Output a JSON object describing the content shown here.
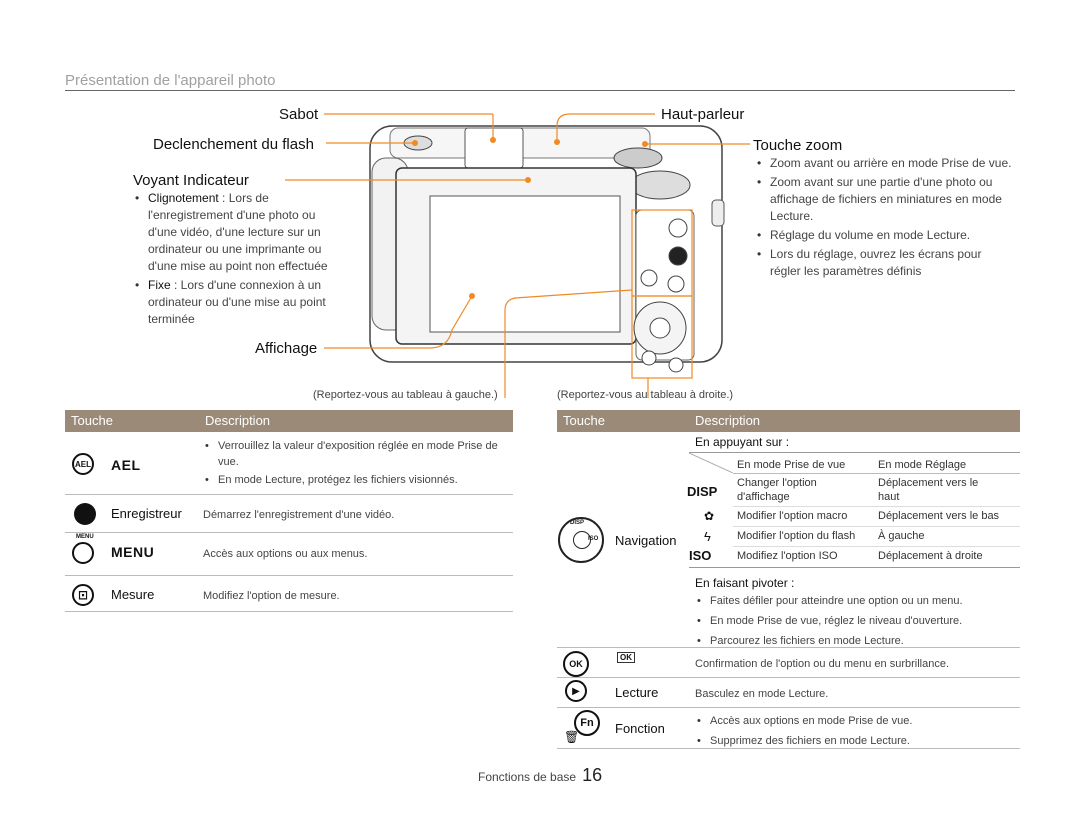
{
  "header": {
    "title": "Présentation de l'appareil photo"
  },
  "callouts": {
    "sabot": "Sabot",
    "flash": "Declenchement du flash",
    "voyant": "Voyant Indicateur",
    "affichage": "Affichage",
    "haut_parleur": "Haut-parleur",
    "touche_zoom": "Touche zoom"
  },
  "voyant_desc": [
    {
      "term": "Clignotement",
      "text": " : Lors de l'enregistrement d'une photo ou d'une vidéo, d'une lecture sur un ordinateur ou une imprimante ou d'une mise au point non effectuée"
    },
    {
      "term": "Fixe",
      "text": " : Lors d'une connexion à un ordinateur ou d'une mise au point terminée"
    }
  ],
  "zoom_desc": [
    "Zoom avant ou arrière en mode Prise de vue.",
    "Zoom avant sur une partie d'une photo ou affichage de fichiers en miniatures en mode Lecture.",
    "Réglage du volume en mode Lecture.",
    "Lors du réglage, ouvrez les écrans pour régler les paramètres définis"
  ],
  "ref_left": "(Reportez-vous au tableau à gauche.)",
  "ref_right": "(Reportez-vous au tableau à droite.)",
  "left_table": {
    "col1": "Touche",
    "col2": "Description",
    "rows": [
      {
        "icon": "AEL",
        "label": "AEL",
        "desc": [
          "Verrouillez la valeur d'exposition réglée en mode Prise de vue.",
          "En mode Lecture, protégez les fichiers visionnés."
        ]
      },
      {
        "label": "Enregistreur",
        "desc": "Démarrez l'enregistrement d'une vidéo."
      },
      {
        "icon_caption": "MENU",
        "label": "MENU",
        "desc": "Accès aux options ou aux menus."
      },
      {
        "label": "Mesure",
        "desc": "Modifiez l'option de mesure."
      }
    ]
  },
  "right_table": {
    "col1": "Touche",
    "col2": "Description",
    "nav_label": "Navigation",
    "dial_top": "DISP",
    "dial_right": "ISO",
    "appuyant": "En appuyant sur :",
    "inner_head": [
      "En mode Prise de vue",
      "En mode Réglage"
    ],
    "inner_rows": [
      {
        "key": "DISP",
        "a": "Changer l'option d'affichage",
        "b": "Déplacement vers le haut"
      },
      {
        "key": "✿",
        "a": "Modifier l'option macro",
        "b": "Déplacement vers le bas"
      },
      {
        "key": "ϟ",
        "a": "Modifier l'option du flash",
        "b": "À gauche"
      },
      {
        "key": "ISO",
        "a": "Modifiez l'option ISO",
        "b": "Déplacement à droite"
      }
    ],
    "pivoter": "En faisant pivoter :",
    "pivoter_items": [
      "Faites défiler pour atteindre une option ou un menu.",
      "En mode Prise de vue, réglez le niveau d'ouverture.",
      "Parcourez les fichiers en mode Lecture."
    ],
    "ok_icon": "OK",
    "ok_desc": "Confirmation de l'option ou du menu en surbrillance.",
    "lecture_label": "Lecture",
    "lecture_desc": "Basculez en mode Lecture.",
    "fn_icon": "Fn",
    "fonction_label": "Fonction",
    "fonction_desc": [
      "Accès aux options en mode Prise de vue.",
      "Supprimez des fichiers en mode Lecture."
    ]
  },
  "footer": {
    "section": "Fonctions de base",
    "page": "16"
  },
  "colors": {
    "accent": "#f08a24",
    "table_header": "#9b8a77"
  }
}
